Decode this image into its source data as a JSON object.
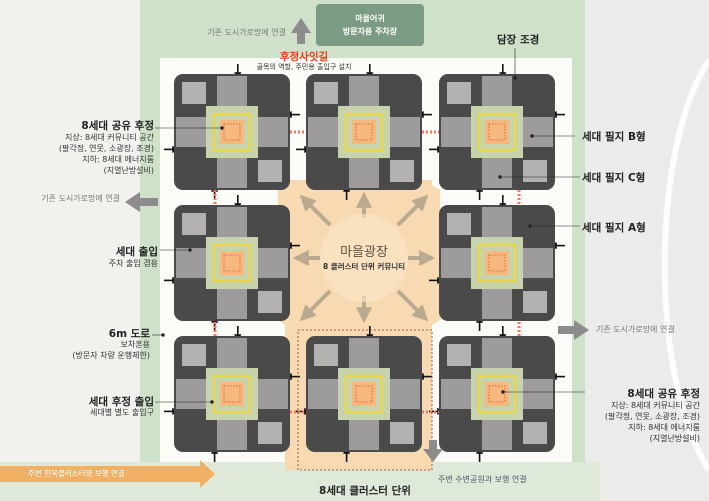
{
  "colors": {
    "road": "#fbfbf8",
    "green": "#cfe1c9",
    "building_dark": "#4a4a4a",
    "building_light": "#9d9b9b",
    "courtyard": "#c7d3ad",
    "community_frame": "#e8d84a",
    "community_fill": "#f6b87c",
    "plaza": "#f6d6a8",
    "pedestrian": "#f07a61",
    "arrow_black": "#111111",
    "arrow_gray": "#8c8c8c",
    "parking": "#7c9b85"
  },
  "icons": {
    "entry_arrow": "arrow-icon",
    "connection_arrow": "connection-arrow-icon"
  },
  "labels": {
    "parking_title": "마을어귀",
    "parking_sub": "방문자용 주차장",
    "top_connect": "기존 도시가로망에 연결",
    "path_title": "후정사잇길",
    "path_sub": "골목의 역할, 주민용 출입구 설치",
    "wall": "담장 조경",
    "shared_rear_title": "8세대 공유 후정",
    "shared_rear_line1": "지상: 8세대 커뮤니티 공간",
    "shared_rear_line2": "(팔각정, 연못, 소광장, 조경)",
    "shared_rear_line3": "지하: 8세대 에너지룸",
    "shared_rear_line4": "(지열난방설비)",
    "lot_b": "세대 필지 B형",
    "lot_c": "세대 필지 C형",
    "lot_a": "세대 필지 A형",
    "left_connect": "기존 도시가로망에 연결",
    "entry_title": "세대 출입",
    "entry_sub": "주차 출입 겸용",
    "plaza_title": "마을광장",
    "plaza_sub": "8 클러스터 단위 커뮤니티",
    "right_connect": "기존 도시가로망에 연결",
    "road_title": "6m 도로",
    "road_sub1": "보차혼용",
    "road_sub2": "(방문자 차량 운행제한)",
    "rear_entry_title": "세대 후정 출입",
    "rear_entry_sub": "세대별 별도 출입구",
    "shared_rear2_title": "8세대 공유 후정",
    "shared_rear2_line1": "지상: 8세대 커뮤니티 공간",
    "shared_rear2_line2": "(팔각정, 연못, 소광장, 조경)",
    "shared_rear2_line3": "지하: 8세대 에너지룸",
    "shared_rear2_line4": "(지열난방설비)",
    "hanok_link": "주변 한옥클러스터와 보행 연결",
    "cluster_unit": "8세대 클러스터 단위",
    "park_link": "주변 수변공원과 보행 연결"
  }
}
